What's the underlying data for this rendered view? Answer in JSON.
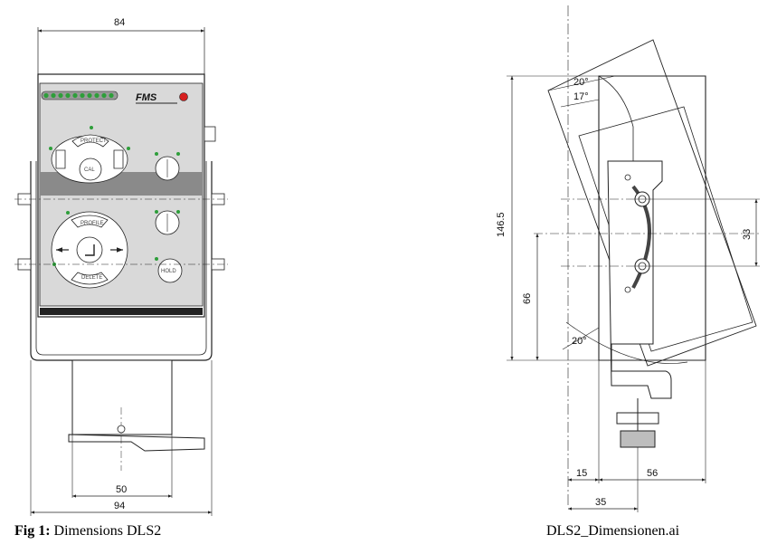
{
  "front_view": {
    "dimensions": {
      "top_width": "84",
      "base_inner_width": "50",
      "base_outer_width": "94"
    },
    "logo": "FMS",
    "buttons": {
      "protect": "PROTECT",
      "cal": "CAL",
      "profile": "PROFILE",
      "delete": "DELETE",
      "hold": "HOLD"
    }
  },
  "side_view": {
    "dimensions": {
      "angle_top": "20°",
      "angle_mid": "17°",
      "angle_bottom": "20°",
      "height": "146.5",
      "lower_height": "66",
      "spacing": "33",
      "offset": "15",
      "width": "56",
      "bracket": "35"
    }
  },
  "captions": {
    "left_label": "Fig 1:",
    "left_text": " Dimensions DLS2",
    "right": "DLS2_Dimensionen.ai"
  }
}
